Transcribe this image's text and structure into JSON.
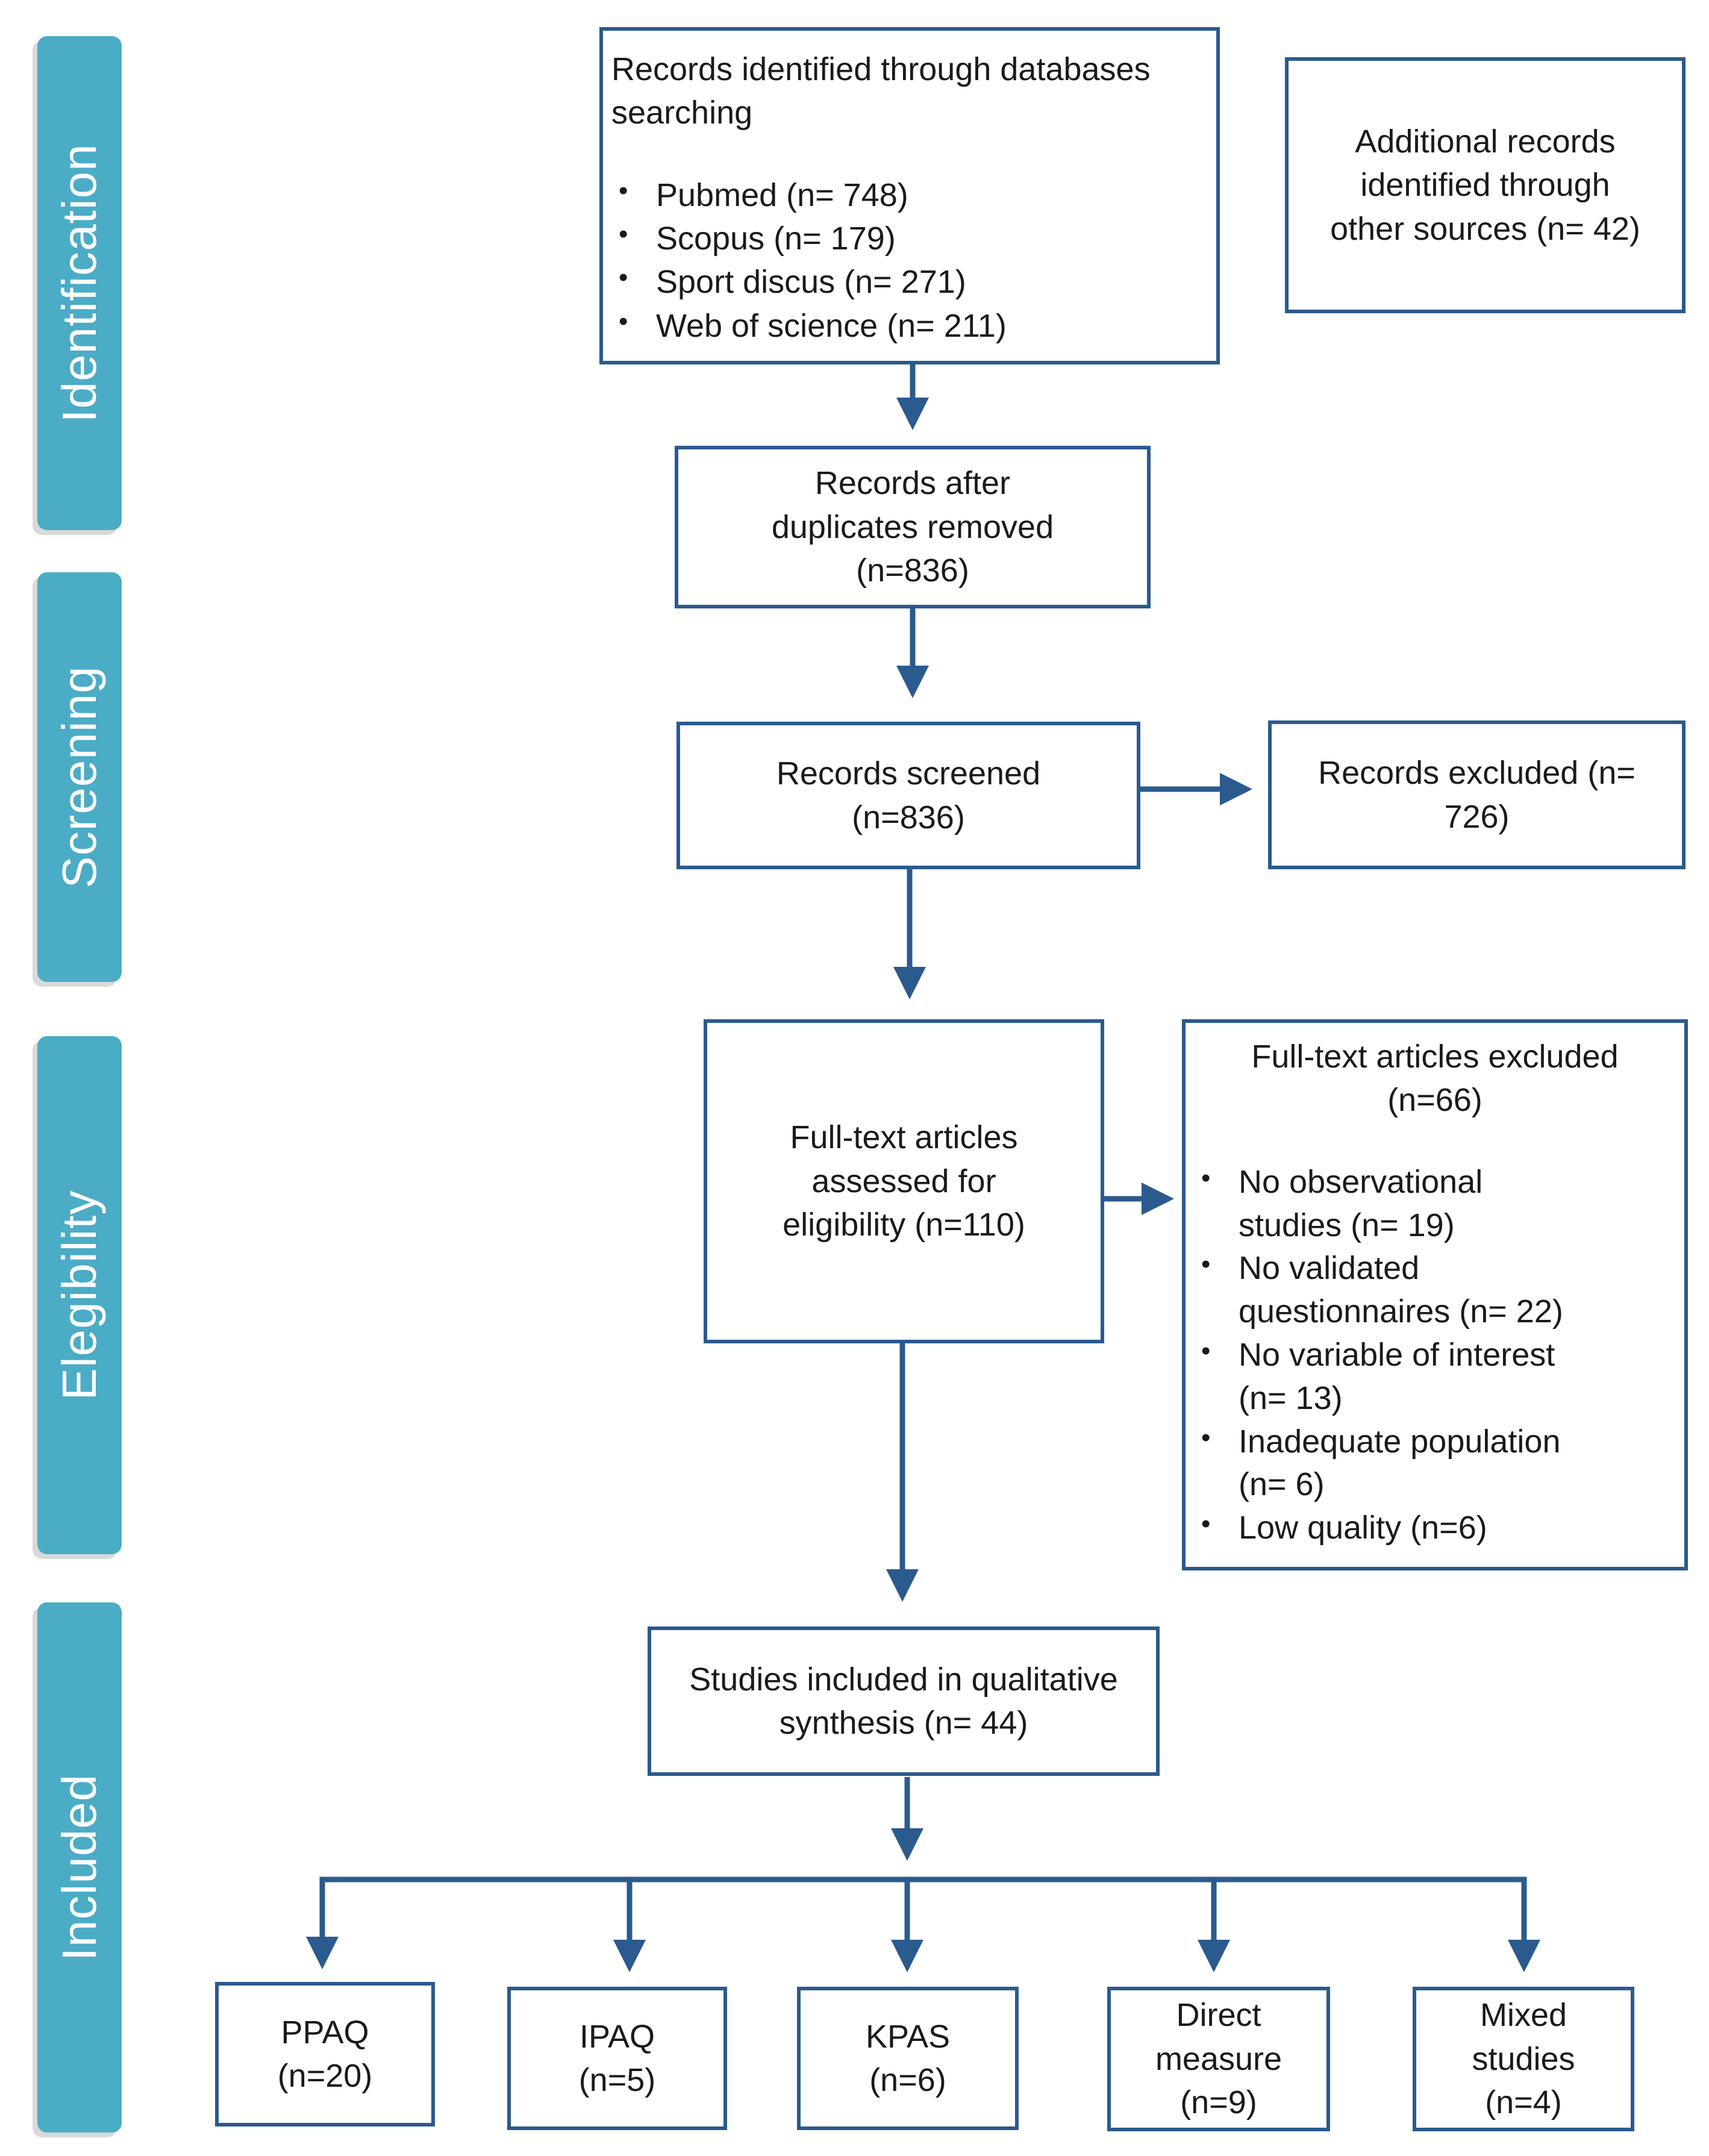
{
  "phases": {
    "identification": "Identification",
    "screening": "Screening",
    "elegibility": "Elegibility",
    "included": "Included"
  },
  "identified": {
    "title_line1": "Records identified through databases",
    "title_line2": "searching",
    "sources": [
      "Pubmed (n= 748)",
      "Scopus (n= 179)",
      "Sport discus (n= 271)",
      "Web of science (n= 211)"
    ]
  },
  "additional": [
    "Additional records",
    "identified through",
    "other sources (n= 42)"
  ],
  "duplicates": [
    "Records after",
    "duplicates removed",
    "(n=836)"
  ],
  "screened": [
    "Records screened",
    "(n=836)"
  ],
  "excluded": [
    "Records excluded (n=",
    "726)"
  ],
  "fulltext": [
    "Full-text articles",
    "assessed for",
    "eligibility (n=110)"
  ],
  "fulltext_excluded": {
    "title_line1": "Full-text articles excluded",
    "title_line2": "(n=66)",
    "reasons": [
      [
        "No observational",
        "studies (n= 19)"
      ],
      [
        "No validated",
        "questionnaires (n= 22)"
      ],
      [
        "No variable of interest",
        "(n= 13)"
      ],
      [
        "Inadequate population",
        "(n= 6)"
      ],
      [
        "Low quality (n=6)"
      ]
    ]
  },
  "included_box": [
    "Studies included in qualitative",
    "synthesis (n= 44)"
  ],
  "outcomes": [
    [
      "PPAQ",
      "(n=20)"
    ],
    [
      "IPAQ",
      "(n=5)"
    ],
    [
      "KPAS",
      "(n=6)"
    ],
    [
      "Direct",
      "measure",
      "(n=9)"
    ],
    [
      "Mixed",
      "studies",
      "(n=4)"
    ]
  ],
  "colors": {
    "phase": "#4bacc6",
    "border": "#2b5a8e",
    "arrow": "#2b5a8e"
  }
}
